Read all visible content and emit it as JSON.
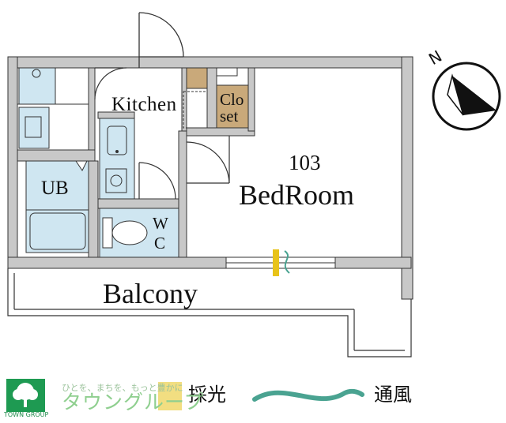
{
  "rooms": {
    "kitchen": "Kitchen",
    "closet_line1": "Clo",
    "closet_line2": "set",
    "number": "103",
    "bedroom": "BedRoom",
    "bath": "UB",
    "wc_line1": "W",
    "wc_line2": "C",
    "balcony": "Balcony"
  },
  "legend": {
    "light": "採光",
    "wind": "通風"
  },
  "brand": {
    "tagline": "ひとを、まちを、もっと豊かに",
    "name": "タウングループ",
    "name_en": "TOWN GROUP"
  },
  "compass": {
    "label": "N"
  },
  "colors": {
    "wall": "#c8c8c8",
    "fixture": "#cfe6f1",
    "closet": "#c9a97a",
    "light_arrow": "#e8c31a",
    "wind": "#4aa391",
    "brand_green": "#1e9a52"
  }
}
